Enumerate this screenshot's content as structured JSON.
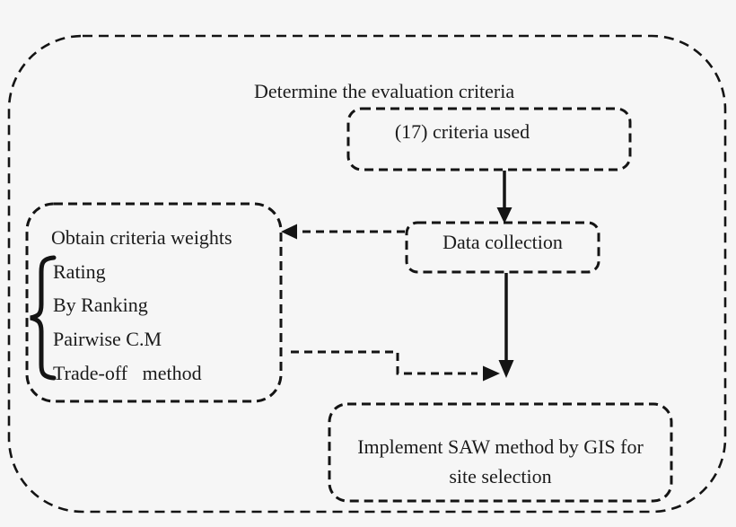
{
  "diagram": {
    "title": "Determine the evaluation criteria",
    "nodes": {
      "criteria_used": {
        "label": "(17) criteria used"
      },
      "data_collection": {
        "label": "Data collection"
      },
      "weights": {
        "heading": "Obtain criteria weights",
        "methods": [
          "Rating",
          "By Ranking",
          "Pairwise C.M",
          "Trade-off   method"
        ]
      },
      "saw": {
        "label_line1": "Implement SAW method by GIS for",
        "label_line2": "site selection"
      }
    },
    "edges": [
      "criteria-used to data-collection (solid down arrow)",
      "data-collection to obtain-criteria-weights (dashed left arrow)",
      "data-collection down to implement-saw (solid down arrow)",
      "obtain-criteria-weights to main flow (dashed elbow right arrow)"
    ],
    "colors": {
      "stroke": "#141414",
      "background": "#f6f6f6",
      "text": "#1b1b1b"
    }
  }
}
